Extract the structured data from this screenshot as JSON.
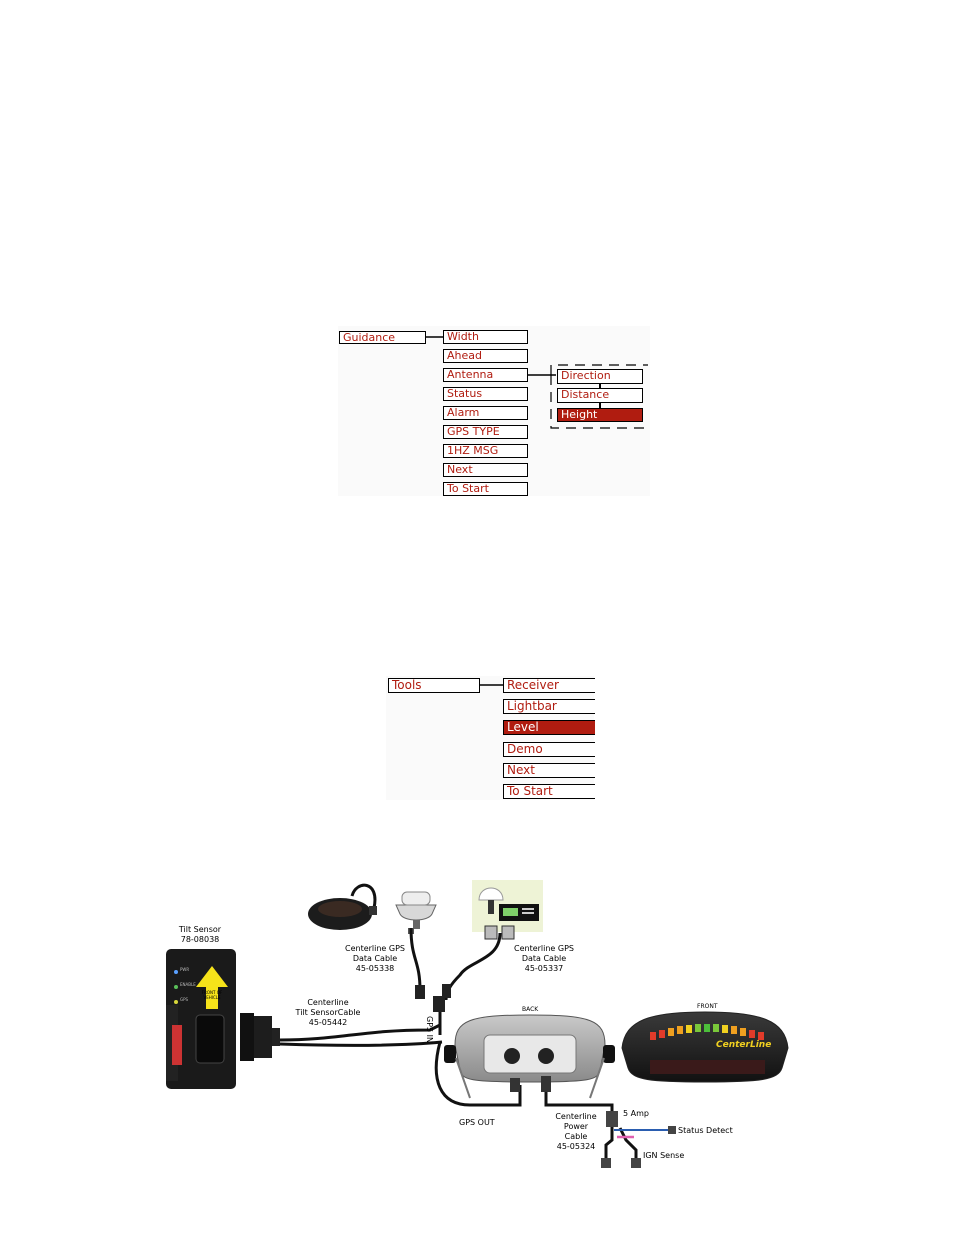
{
  "guidance_menu": {
    "root": "Guidance",
    "items": [
      "Width",
      "Ahead",
      "Antenna",
      "Status",
      "Alarm",
      "GPS TYPE",
      "1HZ MSG",
      "Next",
      "To Start"
    ],
    "antenna_submenu": [
      "Direction",
      "Distance",
      "Height"
    ],
    "selected": "Height"
  },
  "tools_menu": {
    "root": "Tools",
    "items": [
      "Receiver",
      "Lightbar",
      "Level",
      "Demo",
      "Next",
      "To Start"
    ],
    "selected": "Level"
  },
  "wiring_diagram": {
    "tilt_sensor": {
      "name": "Tilt Sensor",
      "part": "78-08038",
      "face_leds": [
        "PWR",
        "ENABLE",
        "GPS"
      ],
      "arrow_text": "FRONT OF VEHICLE"
    },
    "gps_cable_1": {
      "line1": "Centerline GPS",
      "line2": "Data Cable",
      "part": "45-05338"
    },
    "gps_cable_2": {
      "line1": "Centerline GPS",
      "line2": "Data Cable",
      "part": "45-05337"
    },
    "tilt_cable": {
      "line1": "Centerline",
      "line2": "Tilt SensorCable",
      "part": "45-05442"
    },
    "gps_in": "GPS IN",
    "gps_out": "GPS OUT",
    "back_label": "BACK",
    "front_label": "FRONT",
    "brand": "CenterLine",
    "power_cable": {
      "line1": "Centerline",
      "line2": "Power",
      "line3": "Cable",
      "part": "45-05324"
    },
    "fuse": "5 Amp",
    "status_detect": "Status Detect",
    "ign_sense": "IGN Sense",
    "colors": {
      "menu_text": "#b01c10",
      "selected_fill": "#b01c10",
      "status_wire": "#2a5db0",
      "ign_wire": "#e060b0"
    }
  }
}
